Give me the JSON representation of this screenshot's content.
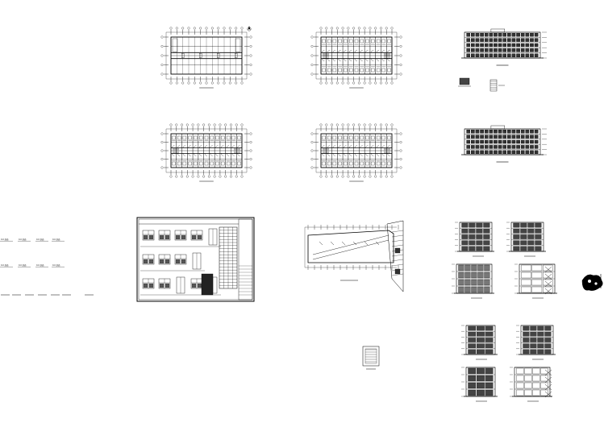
{
  "drawing_sheet": {
    "background": "#ffffff",
    "line_color": "#000000",
    "sheets": [
      {
        "kind": "floor-plan",
        "name": "plan-ground-floor"
      },
      {
        "kind": "floor-plan",
        "name": "plan-upper-floor-a"
      },
      {
        "kind": "floor-plan",
        "name": "plan-upper-floor-b"
      },
      {
        "kind": "floor-plan",
        "name": "plan-upper-floor-c"
      },
      {
        "kind": "elevation",
        "name": "elevation-front"
      },
      {
        "kind": "elevation",
        "name": "elevation-rear"
      },
      {
        "kind": "door-window-schedule",
        "name": "schedule-sheet"
      },
      {
        "kind": "roof-plan",
        "name": "plan-roof"
      },
      {
        "kind": "section-detail",
        "name": "detail-sections"
      },
      {
        "kind": "symbol",
        "name": "north-arrow-symbol"
      }
    ],
    "side_labels": [
      "0-0 剖面",
      "0-0 剖面",
      "0-0 剖面",
      "0-0 剖面",
      "0-0 剖面",
      "0-0 剖面",
      "0-0 剖面",
      "0-0 剖面"
    ]
  }
}
